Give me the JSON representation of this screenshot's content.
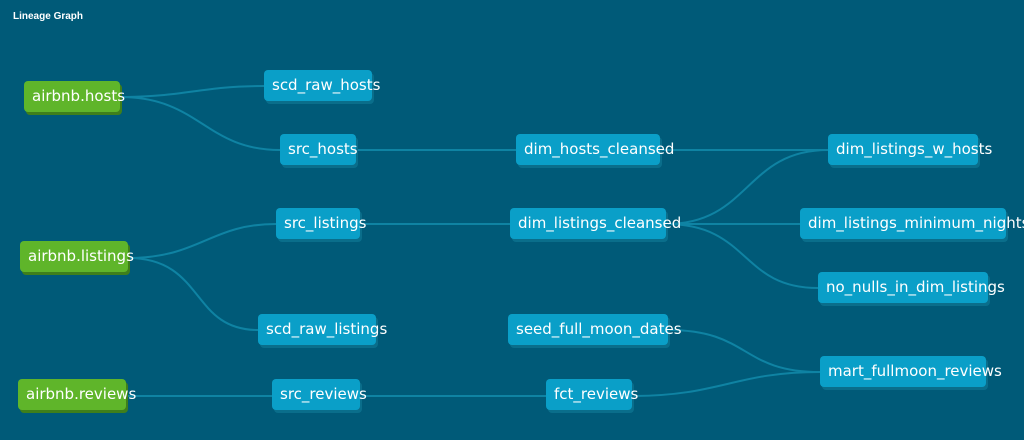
{
  "title": "Lineage Graph",
  "colors": {
    "background": "#005a78",
    "source_node": "#5fb52a",
    "model_node": "#0a9fc8",
    "edge": "#0f83a3"
  },
  "nodes": {
    "airbnb_hosts": "airbnb.hosts",
    "airbnb_listings": "airbnb.listings",
    "airbnb_reviews": "airbnb.reviews",
    "scd_raw_hosts": "scd_raw_hosts",
    "src_hosts": "src_hosts",
    "src_listings": "src_listings",
    "scd_raw_listings": "scd_raw_listings",
    "src_reviews": "src_reviews",
    "dim_hosts_cleansed": "dim_hosts_cleansed",
    "dim_listings_cleansed": "dim_listings_cleansed",
    "seed_full_moon_dates": "seed_full_moon_dates",
    "fct_reviews": "fct_reviews",
    "dim_listings_w_hosts": "dim_listings_w_hosts",
    "dim_listings_minimum_nights": "dim_listings_minimum_nights",
    "no_nulls_in_dim_listings": "no_nulls_in_dim_listings",
    "mart_fullmoon_reviews": "mart_fullmoon_reviews"
  }
}
